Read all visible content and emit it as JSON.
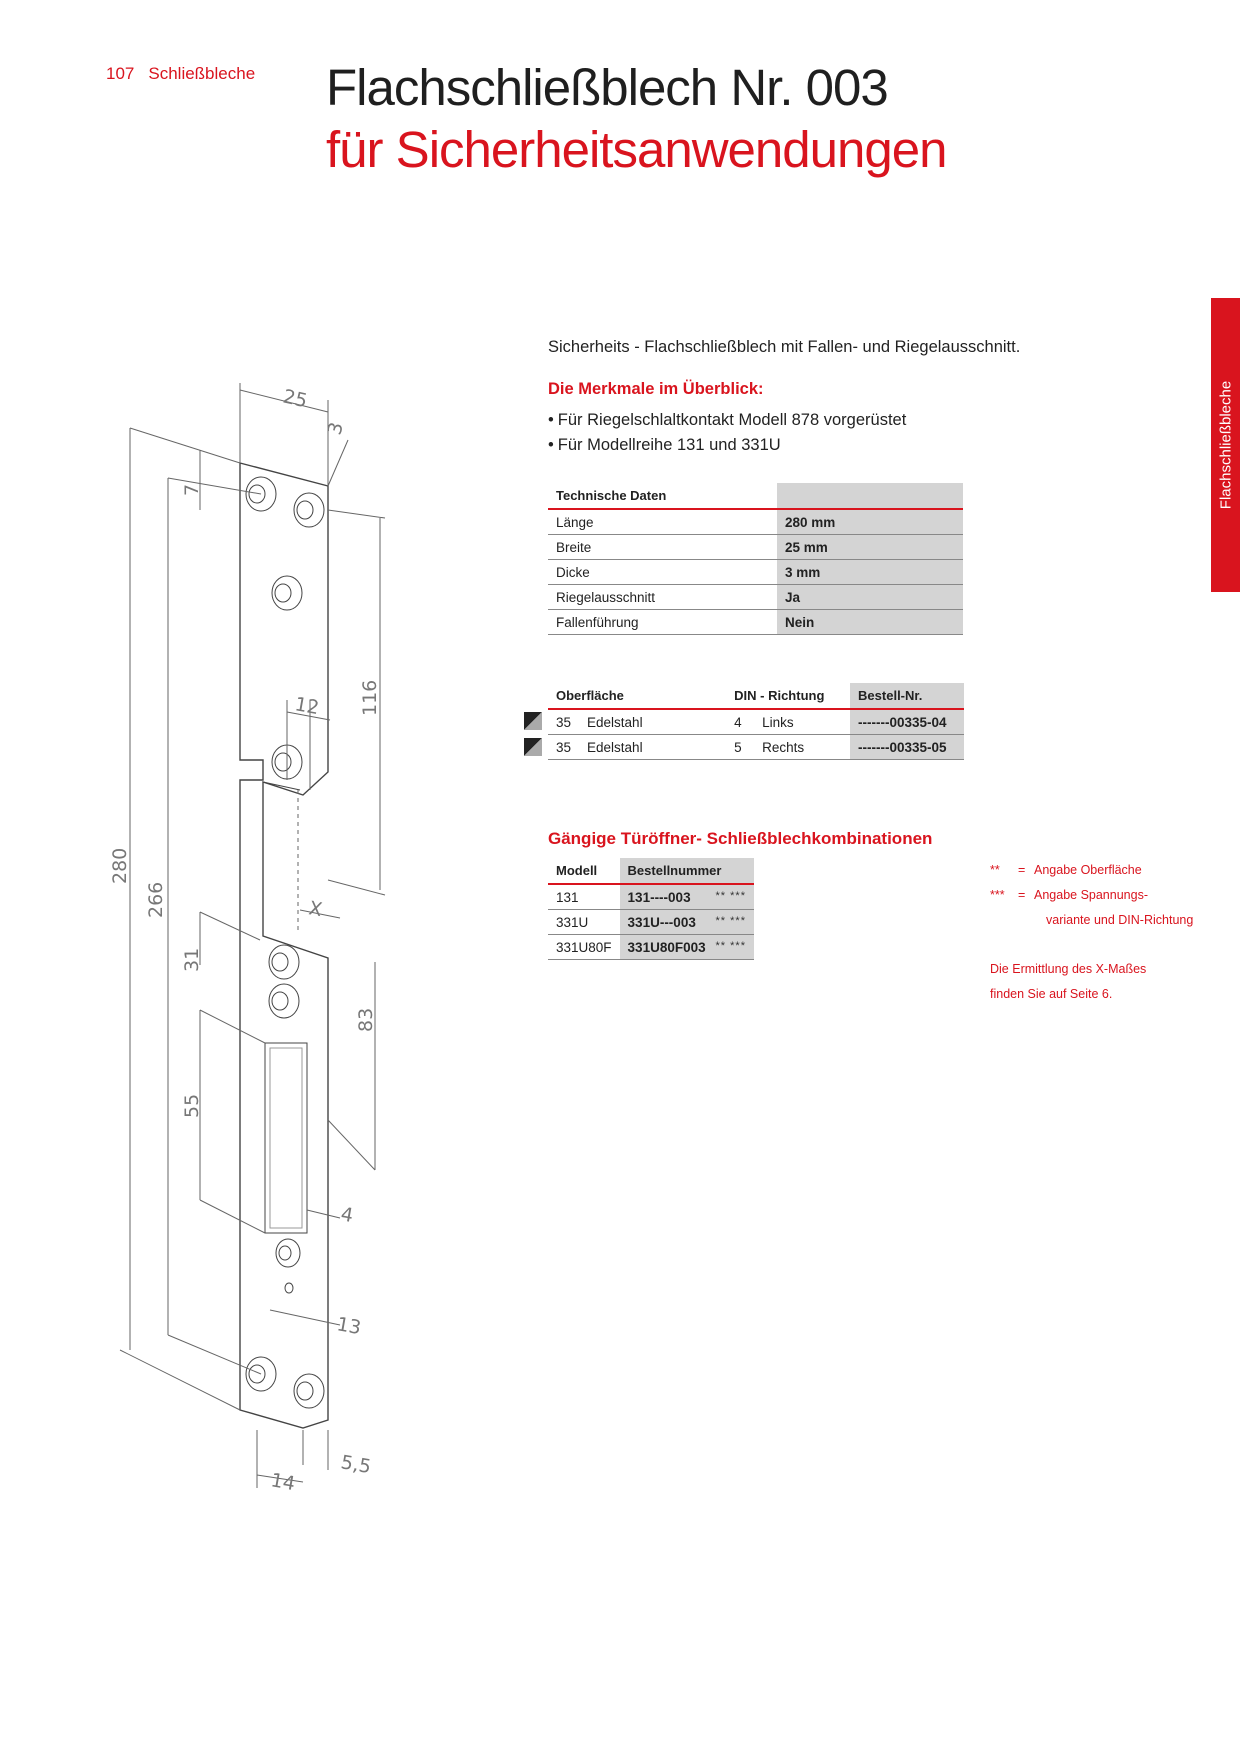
{
  "header": {
    "page_number": "107",
    "section": "Schließbleche",
    "title_line1": "Flachschließblech Nr. 003",
    "title_line2": "für Sicherheitsanwendungen"
  },
  "side_tab": {
    "label": "Flachschließbleche",
    "color": "#d9141e"
  },
  "intro": "Sicherheits - Flachschließblech mit Fallen- und Riegelausschnitt.",
  "features": {
    "heading": "Die Merkmale im Überblick:",
    "items": [
      "Für Riegelschlaltkontakt Modell 878 vorgerüstet",
      "Für Modellreihe 131 und 331U"
    ]
  },
  "tech_data": {
    "heading": "Technische Daten",
    "rows": [
      {
        "label": "Länge",
        "value": "280 mm"
      },
      {
        "label": "Breite",
        "value": "25 mm"
      },
      {
        "label": "Dicke",
        "value": "3 mm"
      },
      {
        "label": "Riegelausschnitt",
        "value": "Ja"
      },
      {
        "label": "Fallenführung",
        "value": "Nein"
      }
    ]
  },
  "surface_table": {
    "headers": {
      "surface": "Oberfläche",
      "din": "DIN - Richtung",
      "order": "Bestell-Nr."
    },
    "rows": [
      {
        "code": "35",
        "material": "Edelstahl",
        "din_code": "4",
        "din": "Links",
        "order": "-------00335-04"
      },
      {
        "code": "35",
        "material": "Edelstahl",
        "din_code": "5",
        "din": "Rechts",
        "order": "-------00335-05"
      }
    ]
  },
  "combinations": {
    "heading": "Gängige Türöffner- Schließblechkombinationen",
    "headers": {
      "model": "Modell",
      "order": "Bestellnummer"
    },
    "rows": [
      {
        "model": "131",
        "order": "131----003",
        "stars": "** ***"
      },
      {
        "model": "331U",
        "order": "331U---003",
        "stars": "** ***"
      },
      {
        "model": "331U80F",
        "order": "331U80F003",
        "stars": "** ***"
      }
    ]
  },
  "notes": {
    "star2_sym": "**",
    "star2_eq": "=",
    "star2_text": "Angabe Oberfläche",
    "star3_sym": "***",
    "star3_eq": "=",
    "star3_text_line1": "Angabe Spannungs-",
    "star3_text_line2": "variante und DIN-Richtung",
    "x_note_line1": "Die Ermittlung des X-Maßes",
    "x_note_line2": "finden Sie auf Seite 6."
  },
  "drawing": {
    "dimensions": {
      "d25": "25",
      "d3": "3",
      "d7": "7",
      "d12": "12",
      "d116": "116",
      "d280": "280",
      "d266": "266",
      "dX": "X",
      "d31": "31",
      "d83": "83",
      "d55": "55",
      "d4": "4",
      "d13": "13",
      "d14": "14",
      "d5_5": "5,5"
    }
  }
}
